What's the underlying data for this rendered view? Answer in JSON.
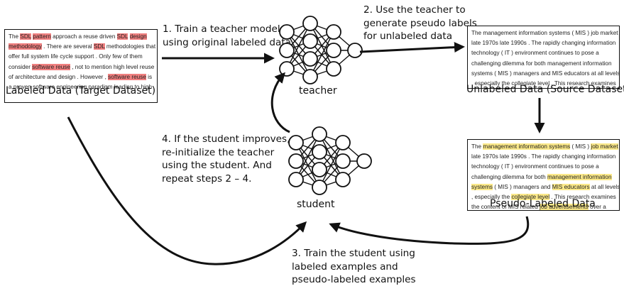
{
  "labeled_box": {
    "caption": "Labeled Data (Target Dataset)",
    "lines": [
      [
        [
          "The ",
          ""
        ],
        [
          "SDL",
          "r"
        ],
        [
          " ",
          ""
        ],
        [
          "pattern",
          "r"
        ],
        [
          " approach a reuse driven ",
          ""
        ],
        [
          "SDL",
          "r"
        ],
        [
          " ",
          ""
        ],
        [
          "design",
          "r"
        ]
      ],
      [
        [
          "methodology",
          "r"
        ],
        [
          " . There are several ",
          ""
        ],
        [
          "SDL",
          "r"
        ],
        [
          " methodologies that",
          ""
        ]
      ],
      [
        [
          "offer full system life cycle support . Only few of them",
          ""
        ]
      ],
      [
        [
          "consider ",
          ""
        ],
        [
          "software reuse",
          "r"
        ],
        [
          " , not to mention high level reuse",
          ""
        ]
      ],
      [
        [
          "of architecture and design . However , ",
          ""
        ],
        [
          "software reuse",
          "r"
        ],
        [
          " is",
          ""
        ]
      ],
      [
        [
          "a proven software engineering paradigm leading to high",
          ""
        ]
      ]
    ]
  },
  "unlabeled_box": {
    "caption": "Unlabeled Data (Source Dataset)",
    "lines": [
      [
        [
          "The management information systems ( MIS ) job market",
          ""
        ]
      ],
      [
        [
          "late 1970s late 1990s . The rapidly changing information",
          ""
        ]
      ],
      [
        [
          "technology ( IT ) environment continues to pose a",
          ""
        ]
      ],
      [
        [
          "challenging dilemma for both management information",
          ""
        ]
      ],
      [
        [
          "systems ( MIS ) managers and MIS educators at all levels",
          ""
        ]
      ],
      [
        [
          ", especially the collegiate level . This research examines",
          ""
        ]
      ]
    ]
  },
  "pseudo_box": {
    "caption": "Pseudo-Labeled Data",
    "lines": [
      [
        [
          "The ",
          ""
        ],
        [
          "management information systems",
          "y"
        ],
        [
          " ( MIS ) ",
          ""
        ],
        [
          "job market",
          "y"
        ]
      ],
      [
        [
          "late 1970s late 1990s . The rapidly changing information",
          ""
        ]
      ],
      [
        [
          "technology ( IT ) environment continues to pose a",
          ""
        ]
      ],
      [
        [
          "challenging dilemma for both ",
          ""
        ],
        [
          "management information",
          "y"
        ]
      ],
      [
        [
          "systems",
          "y"
        ],
        [
          " ( MIS ) managers and ",
          ""
        ],
        [
          "MIS educators",
          "y"
        ],
        [
          " at all levels",
          ""
        ]
      ],
      [
        [
          ", especially the ",
          ""
        ],
        [
          "collegiate level",
          "y"
        ],
        [
          " . This research examines",
          ""
        ]
      ],
      [
        [
          "the content of MIS related ",
          ""
        ],
        [
          "job advertisements",
          "y"
        ],
        [
          " over a",
          ""
        ]
      ]
    ]
  },
  "networks": {
    "teacher_label": "teacher",
    "student_label": "student"
  },
  "steps": {
    "step1": [
      "1. Train a teacher model",
      "using original labeled data"
    ],
    "step2": [
      "2. Use the teacher to",
      "generate pseudo labels",
      "for unlabeled data"
    ],
    "step3": [
      "3. Train the student using",
      "labeled examples and",
      "pseudo-labeled examples"
    ],
    "step4": [
      "4. If the student improves,",
      "re-initialize the teacher",
      "using the student. And",
      "repeat steps 2 – 4."
    ]
  },
  "colors": {
    "highlight_red": "#f08080",
    "highlight_yellow": "#fbe98a",
    "stroke": "#111111"
  }
}
